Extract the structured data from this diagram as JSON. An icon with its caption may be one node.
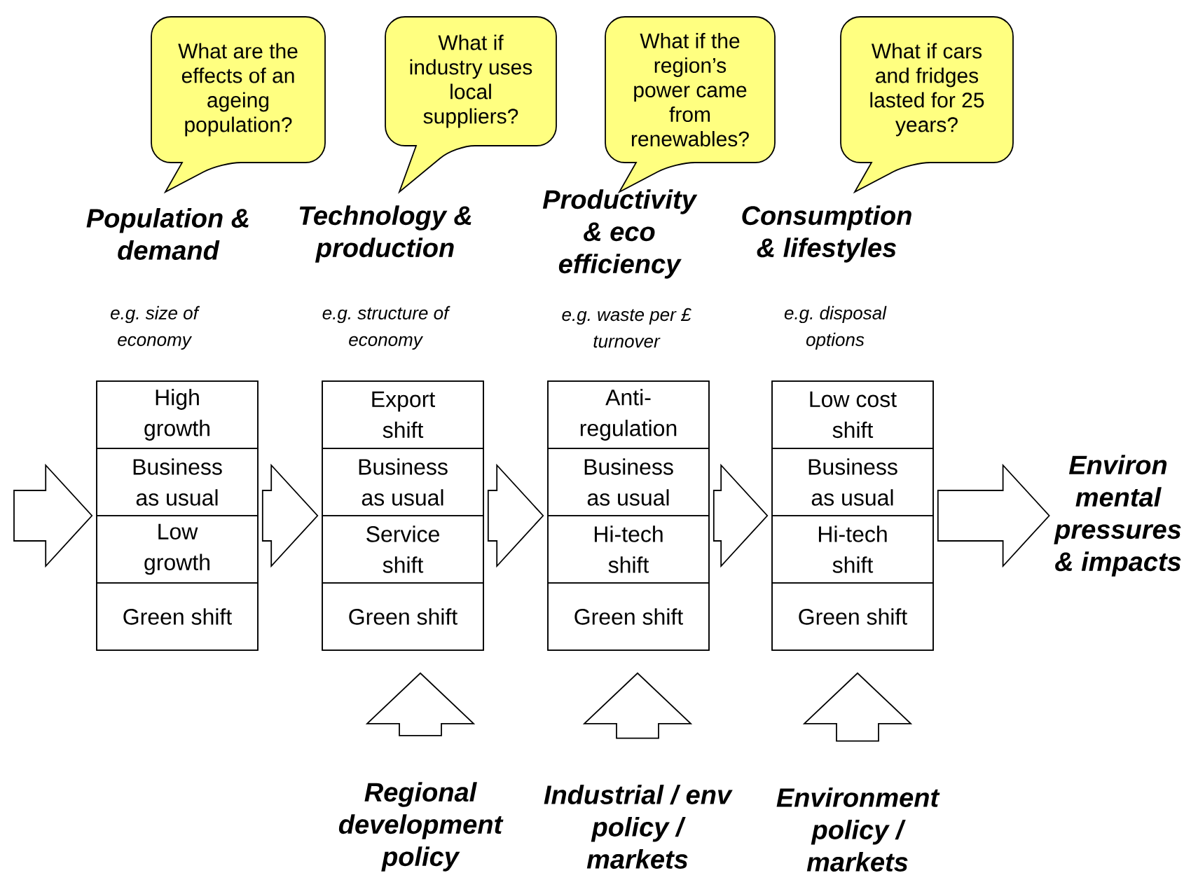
{
  "diagram": {
    "nodes": [
      {
        "text": [
          "What are the effects of an ageing population?"
        ]
      },
      {
        "text": [
          "What if industry uses local suppliers?"
        ]
      },
      {
        "text": [
          "What if the region’s power came from renewables?"
        ]
      },
      {
        "text": [
          "What if cars and fridges lasted for 25 years?"
        ]
      },
      {
        "text": [],
        "shape": "box"
      },
      {
        "text": [
          "High growth"
        ],
        "in": 4
      },
      {
        "text": [
          "Business as usual"
        ],
        "in": 4
      },
      {
        "text": [
          "Low growth"
        ],
        "in": 4
      },
      {
        "text": [
          "Green shift"
        ],
        "in": 4
      },
      {
        "text": [],
        "shape": "box"
      },
      {
        "text": [
          "Export shift"
        ],
        "in": 9
      },
      {
        "text": [
          "Business as usual"
        ],
        "in": 9
      },
      {
        "text": [
          "Service shift"
        ],
        "in": 9
      },
      {
        "text": [
          "Green shift"
        ],
        "in": 9
      },
      {
        "text": [],
        "shape": "box"
      },
      {
        "text": [
          "Anti-regulation"
        ],
        "in": 14
      },
      {
        "text": [
          "Business as usual"
        ],
        "in": 14
      },
      {
        "text": [
          "Hi-tech shift"
        ],
        "in": 14
      },
      {
        "text": [
          "Green shift"
        ],
        "in": 14
      },
      {
        "text": [],
        "shape": "box"
      },
      {
        "text": [
          "Low cost shift"
        ],
        "in": 19
      },
      {
        "text": [
          "Business as usual"
        ],
        "in": 19
      },
      {
        "text": [
          "Hi-tech shift"
        ],
        "in": 19
      },
      {
        "text": [
          "Green shift"
        ],
        "in": 19
      },
      {
        "text": [
          "Environ mental pressures & impacts"
        ]
      },
      {
        "text": [
          "Regional development policy"
        ]
      },
      {
        "text": [
          "Industrial / env policy / markets"
        ]
      },
      {
        "text": [
          "Environment policy / markets"
        ]
      }
    ],
    "edges": [
      {
        "from": null,
        "to": 4,
        "arrow": "to"
      },
      {
        "from": 4,
        "to": 9,
        "arrow": "to"
      },
      {
        "from": 9,
        "to": 14,
        "arrow": "to"
      },
      {
        "from": 14,
        "to": 19,
        "arrow": "to"
      },
      {
        "from": 19,
        "to": 24,
        "arrow": "to"
      },
      {
        "from": 25,
        "to": 9,
        "arrow": "to"
      },
      {
        "from": 26,
        "to": 14,
        "arrow": "to"
      },
      {
        "from": 27,
        "to": 19,
        "arrow": "to"
      }
    ],
    "labels": [
      "Population & demand",
      "Technology & production",
      "Productivity & eco efficiency",
      "Consumption & lifestyles",
      "e.g. size of economy",
      "e.g. structure of economy",
      "e.g. waste per £ turnover",
      "e.g. disposal options"
    ]
  }
}
